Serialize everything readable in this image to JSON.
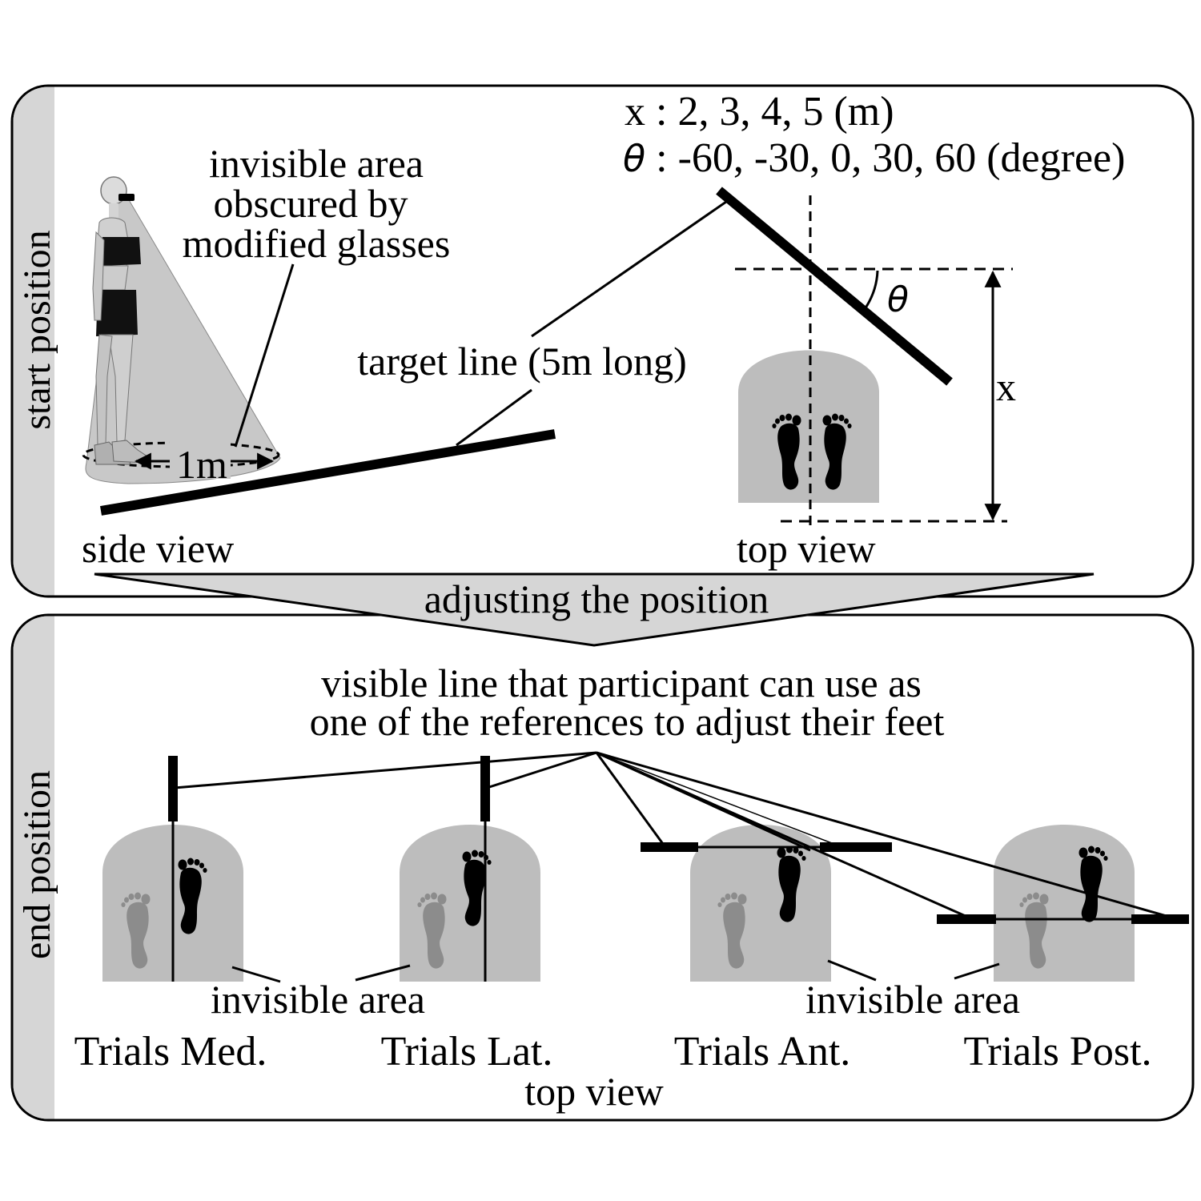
{
  "top_panel": {
    "side_label": "start position",
    "invisible_area_note": [
      "invisible area",
      "obscured by",
      "modified glasses"
    ],
    "distance_label": "1m",
    "target_line_label": "target line (5m long)",
    "x_values_label": "x :  2, 3, 4, 5 (m)",
    "theta_symbol": "θ",
    "theta_values_label": " : -60, -30, 0, 30, 60 (degree)",
    "theta_angle_label": "θ",
    "x_dimension_label": "x",
    "side_view_caption": "side view",
    "top_view_caption": "top view"
  },
  "transition_label": "adjusting the position",
  "bottom_panel": {
    "side_label": "end position",
    "visible_line_note": [
      "visible line that participant can use as",
      "one of the references to adjust their feet"
    ],
    "invisible_area_left": "invisible area",
    "invisible_area_right": "invisible area",
    "trials": [
      "Trials Med.",
      "Trials Lat.",
      "Trials Ant.",
      "Trials Post."
    ],
    "bottom_caption": "top view"
  },
  "colors": {
    "panel_sidebar": "#d6d6d6",
    "invisible_area": "#bdbdbd",
    "foot_dark": "#000000",
    "foot_light": "#8c8c8c",
    "cone": "#c8c8c8"
  },
  "icons": [
    "person-figure-icon",
    "footprint-icon"
  ]
}
